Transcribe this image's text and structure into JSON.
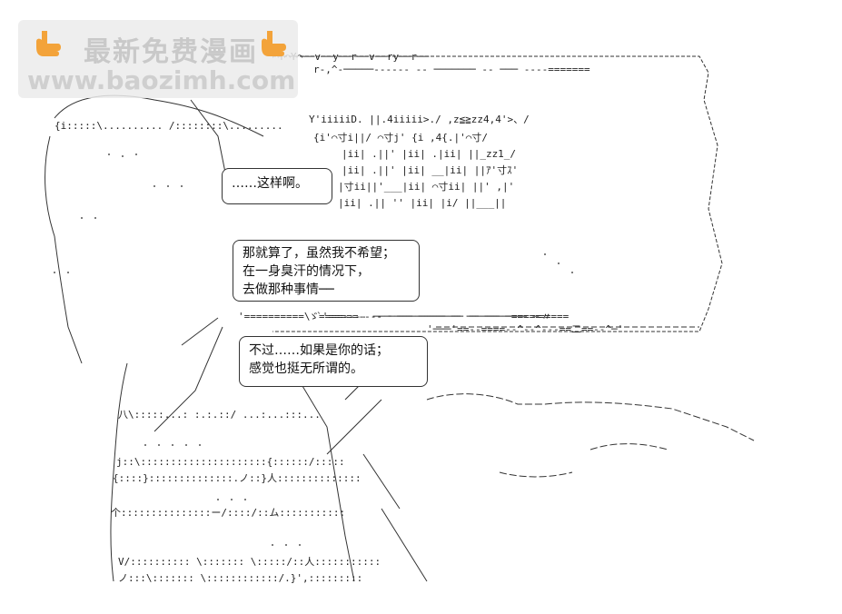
{
  "watermark": {
    "title": "最新免费漫画",
    "url": "www.baozimh.com"
  },
  "bubbles": {
    "b1": {
      "lines": [
        "……这样啊。"
      ]
    },
    "b2": {
      "lines": [
        "那就算了，虽然我不希望；",
        "在一身臭汗的情况下，",
        "去做那种事情──"
      ]
    },
    "b3": {
      "lines": [
        "不过……如果是你的话；",
        "感觉也挺无所谓的。"
      ]
    }
  },
  "ascii_rows": [
    "r-,^-─────------  --  ───────  --  ───   ----=======",
    "Y'iiiiiD.  ||.4iiiii>./   ,z≦≧zz4,4'>、/",
    "{i'⌒寸i||/ ⌒寸j'   {i    ,4{.|'⌒寸/",
    "|ii| .||'  |ii|         .|ii| ||_zz1_/",
    "|ii| .||'  |ii|     __|ii| ||ｱ'寸ｽ'",
    "|寸ii||'___|ii|     ⌒寸ii| ||'  ,|'",
    "|ii| .|| ''  |ii|          |i/ ||___||",
    "'==========\\ `'=====----  ────  ───────  ──  ─────── ─=====",
    "ゞ====----  ───  ────────  ──  ─────  ─=====〃",
    "'───'==--====--^--^---==二==--^─'",
    "⌒Y⌒Y⌒──v──y──r──v──ry──r──",
    "{i:::::\\.......... /::::::::\\.........",
    "八\\:::::...: :.:.::/ ...:...:::...",
    "j::\\:::::::::::::::::::::{::::::/:::::",
    "{::::}::::::::::::::.ノ::}人::::::::::::::",
    "个:::::::::::::::ー/::::/::ム:::::::::::",
    "V/:::::::::: \\::::::: \\:::::/::人:::::::::::",
    "ノ:::\\::::::: \\::::::::::::/.}',:::::::::"
  ]
}
